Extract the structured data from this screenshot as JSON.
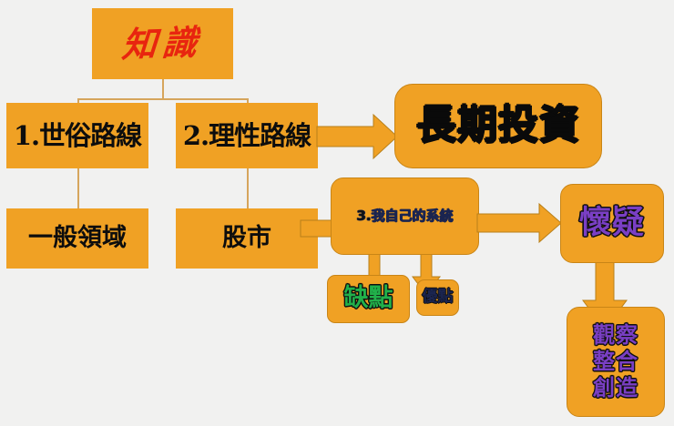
{
  "diagram": {
    "title": "知識",
    "background_color": "#f1f1f0",
    "node_color": "#f0a124",
    "connector_color": "#d6a55c",
    "nodes": {
      "knowledge": {
        "label": "知識",
        "text_color": "#e8250f"
      },
      "path1": {
        "label": "1.世俗路線",
        "text_color": "#0d0d0d"
      },
      "path2": {
        "label": "2.理性路線",
        "text_color": "#0d0d0d"
      },
      "general_field": {
        "label": "一般領域",
        "text_color": "#0d0d0d"
      },
      "stock_market": {
        "label": "股市",
        "text_color": "#0d0d0d"
      },
      "long_term_investment": {
        "label": "長期投資",
        "text_color": "#0a0a0a"
      },
      "my_system": {
        "number": "3.",
        "label": "我自己的系統",
        "text_color": "#1b2550"
      },
      "disadvantage": {
        "label": "缺點",
        "text_color": "#21b04a"
      },
      "advantage": {
        "label": "優點",
        "text_color": "#1b2550"
      },
      "doubt": {
        "label": "懷疑",
        "text_color": "#7a3fc4"
      },
      "outcome": {
        "lines": [
          "觀察",
          "整合",
          "創造"
        ],
        "text_color": "#7a3fc4"
      }
    },
    "arrows": [
      {
        "name": "path2-to-long-term-investment",
        "direction": "right"
      },
      {
        "name": "stock-market-to-my-system",
        "direction": "right"
      },
      {
        "name": "my-system-to-doubt",
        "direction": "right"
      },
      {
        "name": "my-system-to-disadvantage",
        "direction": "down"
      },
      {
        "name": "my-system-to-advantage",
        "direction": "down"
      },
      {
        "name": "doubt-to-outcome",
        "direction": "down"
      }
    ]
  }
}
